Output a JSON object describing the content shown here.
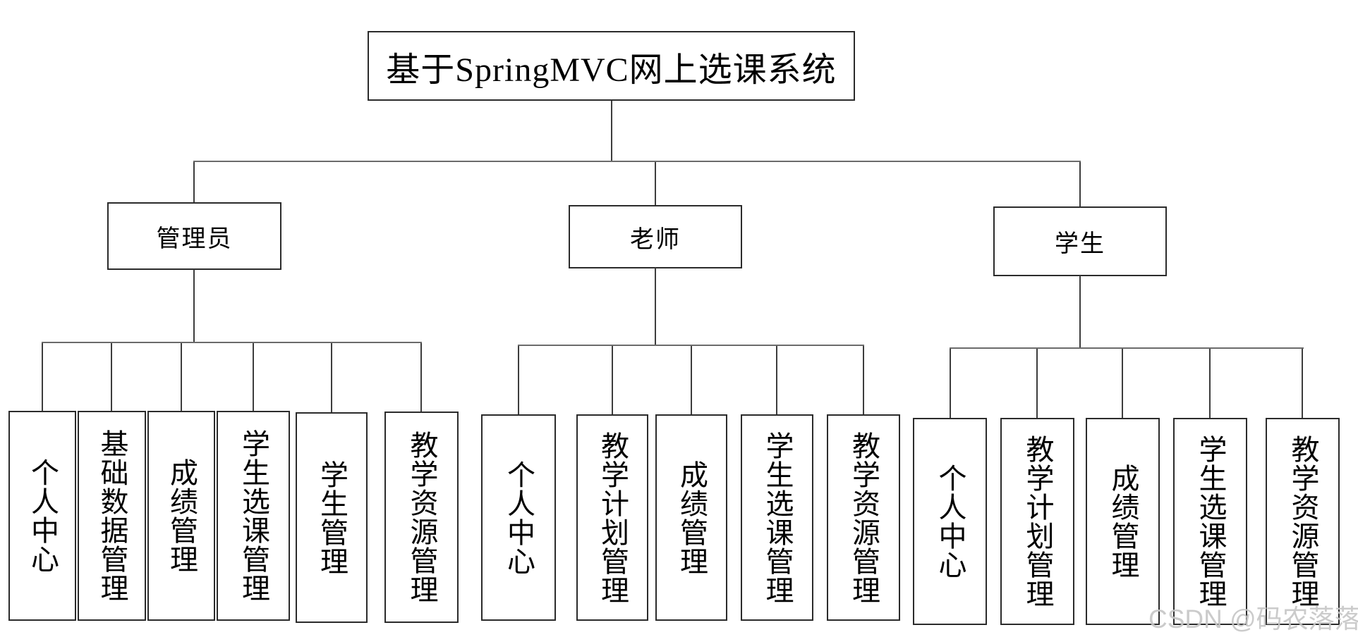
{
  "diagram": {
    "root_label": "基于SpringMVC网上选课系统",
    "branches": [
      {
        "label": "管理员",
        "children": [
          "个人中心",
          "基础数据管理",
          "成绩管理",
          "学生选课管理",
          "学生管理",
          "教学资源管理"
        ]
      },
      {
        "label": "老师",
        "children": [
          "个人中心",
          "教学计划管理",
          "成绩管理",
          "学生选课管理",
          "教学资源管理"
        ]
      },
      {
        "label": "学生",
        "children": [
          "个人中心",
          "教学计划管理",
          "成绩管理",
          "学生选课管理",
          "教学资源管理"
        ]
      }
    ]
  },
  "watermark": {
    "text": "CSDN @码农落落"
  },
  "colors": {
    "background": "#ffffff",
    "box_border": "#2b2b2b",
    "connector": "#6b6b6b",
    "text": "#000000",
    "watermark_text": "#c5c5c5"
  }
}
